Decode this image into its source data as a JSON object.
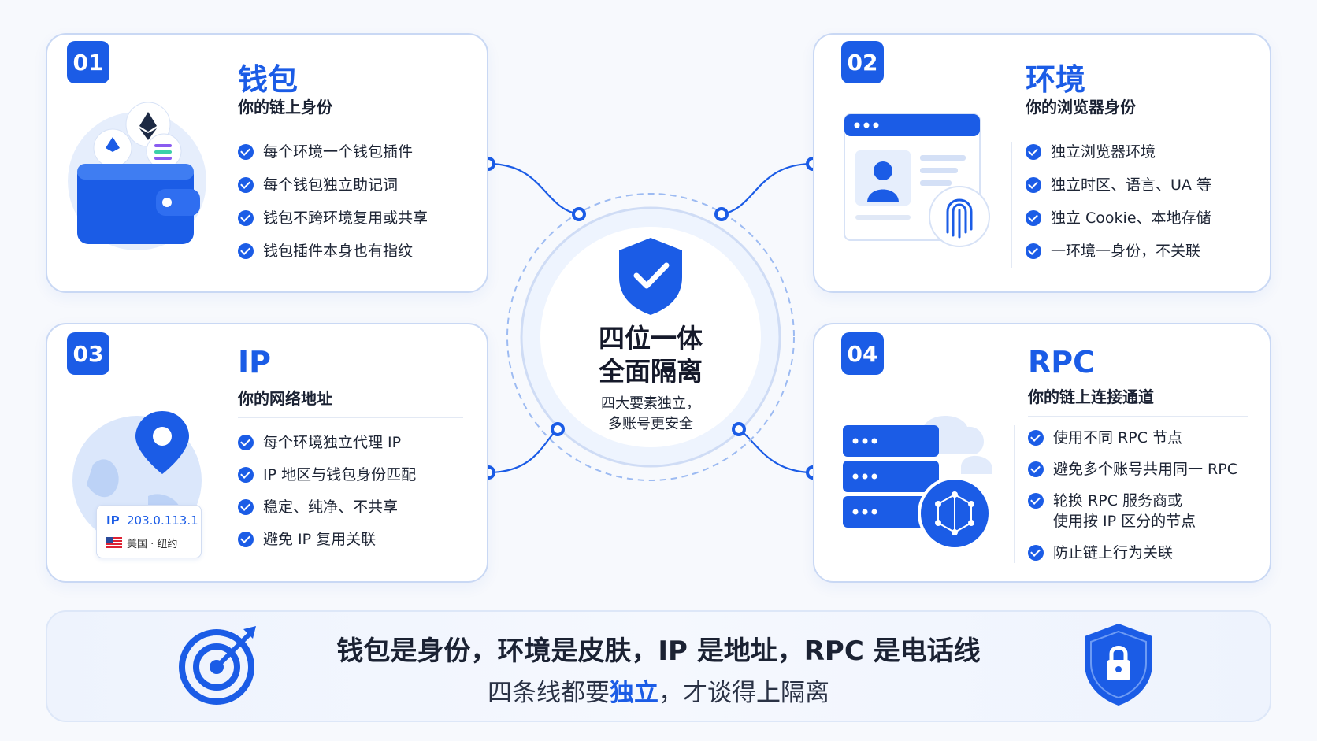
{
  "cards": [
    {
      "num": "01",
      "title": "钱包",
      "subtitle": "你的链上身份",
      "items": [
        "每个环境一个钱包插件",
        "每个钱包独立助记词",
        "钱包不跨环境复用或共享",
        "钱包插件本身也有指纹"
      ]
    },
    {
      "num": "02",
      "title": "环境",
      "subtitle": "你的浏览器身份",
      "items": [
        "独立浏览器环境",
        "独立时区、语言、UA 等",
        "独立 Cookie、本地存储",
        "一环境一身份，不关联"
      ]
    },
    {
      "num": "03",
      "title": "IP",
      "subtitle": "你的网络地址",
      "items": [
        "每个环境独立代理 IP",
        "IP 地区与钱包身份匹配",
        "稳定、纯净、不共享",
        "避免 IP 复用关联"
      ],
      "ip_card": {
        "prefix": "IP",
        "address": "203.0.113.1",
        "location": "美国 · 纽约"
      }
    },
    {
      "num": "04",
      "title": "RPC",
      "subtitle": "你的链上连接通道",
      "items": [
        "使用不同 RPC 节点",
        "避免多个账号共用同一 RPC",
        "轮换 RPC 服务商或",
        "使用按 IP 区分的节点",
        "防止链上行为关联"
      ]
    }
  ],
  "center": {
    "title_line1": "四位一体",
    "title_line2": "全面隔离",
    "sub_line1": "四大要素独立，",
    "sub_line2": "多账号更安全"
  },
  "banner": {
    "main": "钱包是身份，环境是皮肤，IP 是地址，RPC 是电话线",
    "sub_pre": "四条线都要",
    "sub_highlight": "独立",
    "sub_post": "，才谈得上隔离"
  },
  "colors": {
    "accent": "#1b5ce6",
    "card_border": "#c9d8f4",
    "text": "#1b2233"
  }
}
